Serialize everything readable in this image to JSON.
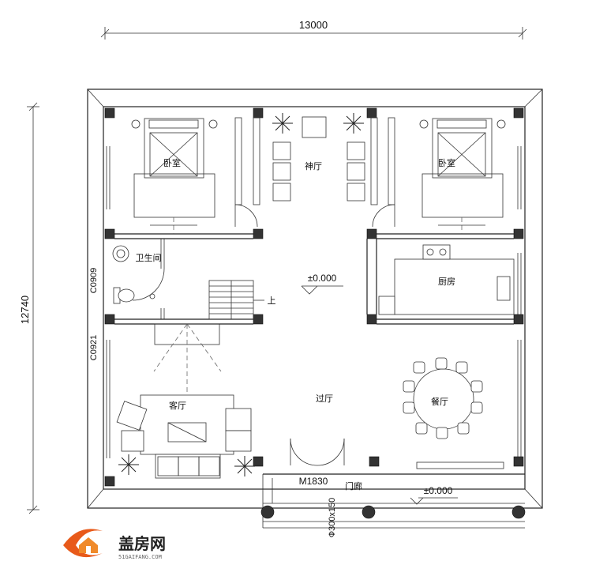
{
  "dimensions": {
    "width_label": "13000",
    "height_label": "12740"
  },
  "rooms": {
    "bedroom_left": "卧室",
    "bedroom_right": "卧室",
    "shrine_hall": "神厅",
    "bathroom": "卫生间",
    "kitchen": "厨房",
    "living_room": "客厅",
    "hall": "过厅",
    "dining": "餐厅",
    "porch": "门廊"
  },
  "annotations": {
    "elevation_main": "±0.000",
    "elevation_porch": "±0.000",
    "stair_up": "上",
    "door_code": "M1830",
    "window_code_1": "C0909",
    "window_code_2": "C0921",
    "column_size": "Ф300x150"
  },
  "logo": {
    "name": "盖房网",
    "url_text": "51GAIFANG.COM",
    "brand_color": "#e85a1a"
  }
}
